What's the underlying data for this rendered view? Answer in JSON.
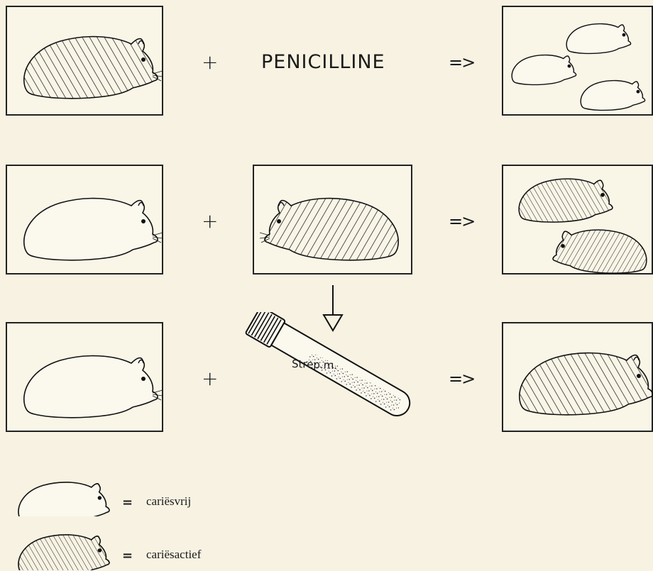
{
  "rows": [
    {
      "operator": "+",
      "agent": "PENICILLINE",
      "result_arrow": "=>"
    },
    {
      "operator": "+",
      "result_arrow": "=>"
    },
    {
      "operator": "+",
      "tube_label": "Strep.m.",
      "result_arrow": "=>"
    }
  ],
  "legend": [
    {
      "symbol": "=",
      "label": "cariësvrij",
      "icon": "hamster-plain-icon"
    },
    {
      "symbol": "=",
      "label": "cariësactief",
      "icon": "hamster-hatched-icon"
    }
  ],
  "colors": {
    "background": "#f7f2e2",
    "ink": "#1a1a1a",
    "panel": "#f9f5e7"
  }
}
